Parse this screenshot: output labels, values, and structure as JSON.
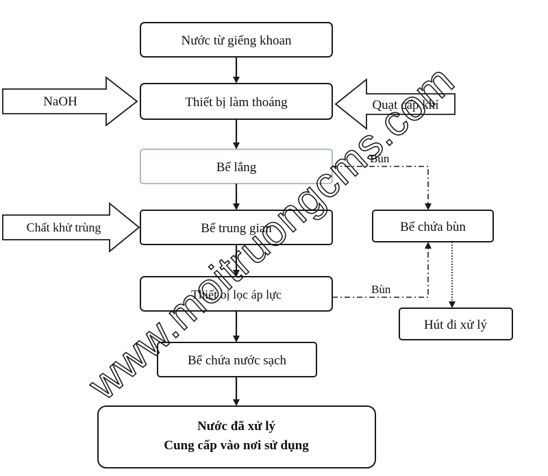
{
  "diagram": {
    "nodes": {
      "well_water": "Nước từ giếng khoan",
      "aeration": "Thiết bị làm thoáng",
      "settling_tank": "Bể lắng",
      "intermediate_tank": "Bể trung gian",
      "pressure_filter": "Thiết bị lọc áp lực",
      "clean_water_tank": "Bể chứa nước sạch",
      "treated_line1": "Nước đã xử lý",
      "treated_line2": "Cung cấp vào nơi sử dụng",
      "sludge_tank": "Bể chứa bùn",
      "sludge_removal": "Hút đi xử lý"
    },
    "inputs": {
      "naoh": "NaOH",
      "air_blower": "Quạt cấp khí",
      "disinfectant": "Chất khử trùng"
    },
    "edge_labels": {
      "sludge_from_settling": "Bùn",
      "sludge_from_filter": "Bùn"
    },
    "watermark": "www.moitruongcms.com",
    "colors": {
      "stroke": "#1a1a1a",
      "settling_border": "#8fa8c8"
    }
  }
}
